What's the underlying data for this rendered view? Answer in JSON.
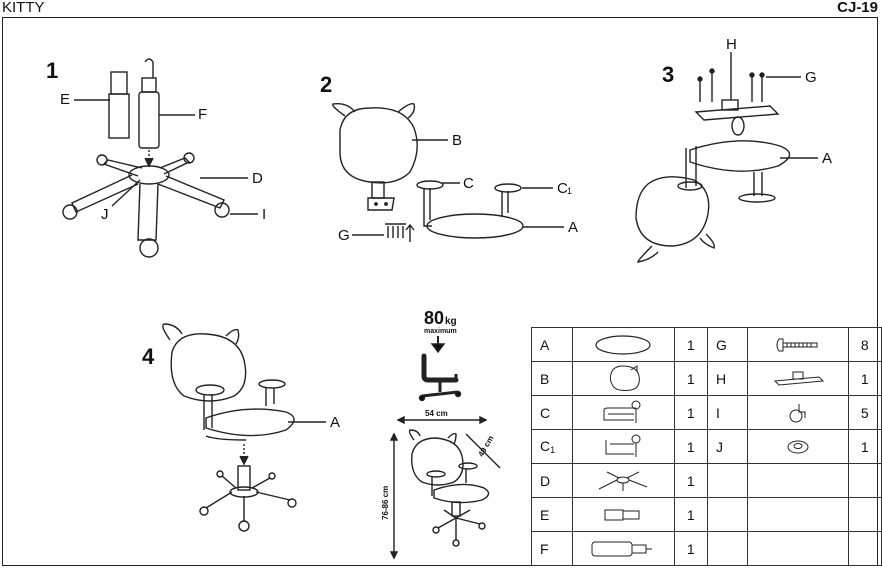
{
  "header": {
    "model_name": "KITTY",
    "code": "CJ-19"
  },
  "steps": [
    {
      "number": "1",
      "labels": [
        "E",
        "F",
        "D",
        "J",
        "I"
      ]
    },
    {
      "number": "2",
      "labels": [
        "B",
        "C",
        "C",
        "1",
        "G",
        "A"
      ]
    },
    {
      "number": "3",
      "labels": [
        "H",
        "G",
        "A"
      ]
    },
    {
      "number": "4",
      "labels": [
        "A"
      ]
    }
  ],
  "load": {
    "value": "80",
    "unit": "kg",
    "caption": "maximum"
  },
  "dimensions": {
    "width": "54 cm",
    "depth": "49 cm",
    "height": "76-86 cm"
  },
  "parts": {
    "left": [
      {
        "key": "A",
        "sub": "",
        "qty": "1"
      },
      {
        "key": "B",
        "sub": "",
        "qty": "1"
      },
      {
        "key": "C",
        "sub": "",
        "qty": "1"
      },
      {
        "key": "C",
        "sub": "1",
        "qty": "1"
      },
      {
        "key": "D",
        "sub": "",
        "qty": "1"
      },
      {
        "key": "E",
        "sub": "",
        "qty": "1"
      },
      {
        "key": "F",
        "sub": "",
        "qty": "1"
      }
    ],
    "right": [
      {
        "key": "G",
        "qty": "8"
      },
      {
        "key": "H",
        "qty": "1"
      },
      {
        "key": "I",
        "qty": "5"
      },
      {
        "key": "J",
        "qty": "1"
      }
    ]
  }
}
